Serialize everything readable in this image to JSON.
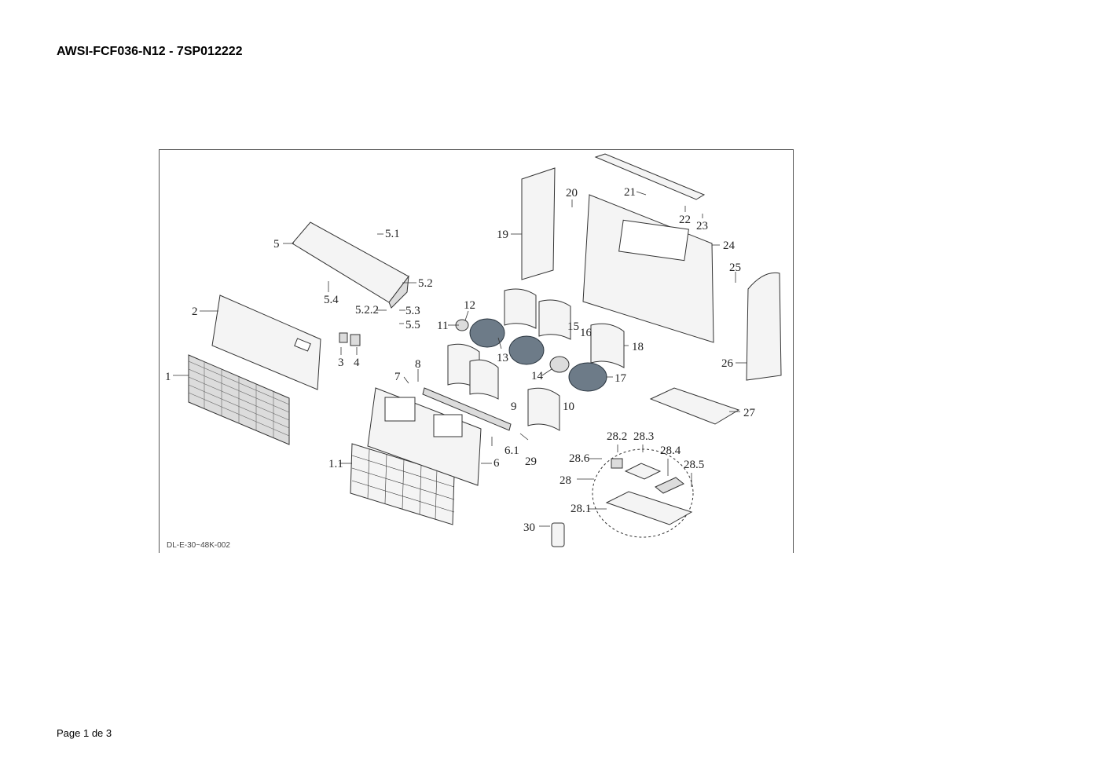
{
  "document": {
    "title": "AWSI-FCF036-N12 - 7SP012222",
    "footer": "Page 1 de 3"
  },
  "diagram": {
    "drawing_code": "DL-E-30~48K-002",
    "callouts": {
      "c1": "1",
      "c1_1": "1.1",
      "c2": "2",
      "c3": "3",
      "c4": "4",
      "c5": "5",
      "c5_1": "5.1",
      "c5_2": "5.2",
      "c5_2_2": "5.2.2",
      "c5_3": "5.3",
      "c5_4": "5.4",
      "c5_5": "5.5",
      "c6": "6",
      "c6_1": "6.1",
      "c7": "7",
      "c8": "8",
      "c9": "9",
      "c10": "10",
      "c11": "11",
      "c12": "12",
      "c13": "13",
      "c14": "14",
      "c15": "15",
      "c16": "16",
      "c17": "17",
      "c18": "18",
      "c19": "19",
      "c20": "20",
      "c21": "21",
      "c22": "22",
      "c23": "23",
      "c24": "24",
      "c25": "25",
      "c26": "26",
      "c27": "27",
      "c28": "28",
      "c28_1": "28.1",
      "c28_2": "28.2",
      "c28_3": "28.3",
      "c28_4": "28.4",
      "c28_5": "28.5",
      "c28_6": "28.6",
      "c29": "29",
      "c30": "30"
    }
  }
}
